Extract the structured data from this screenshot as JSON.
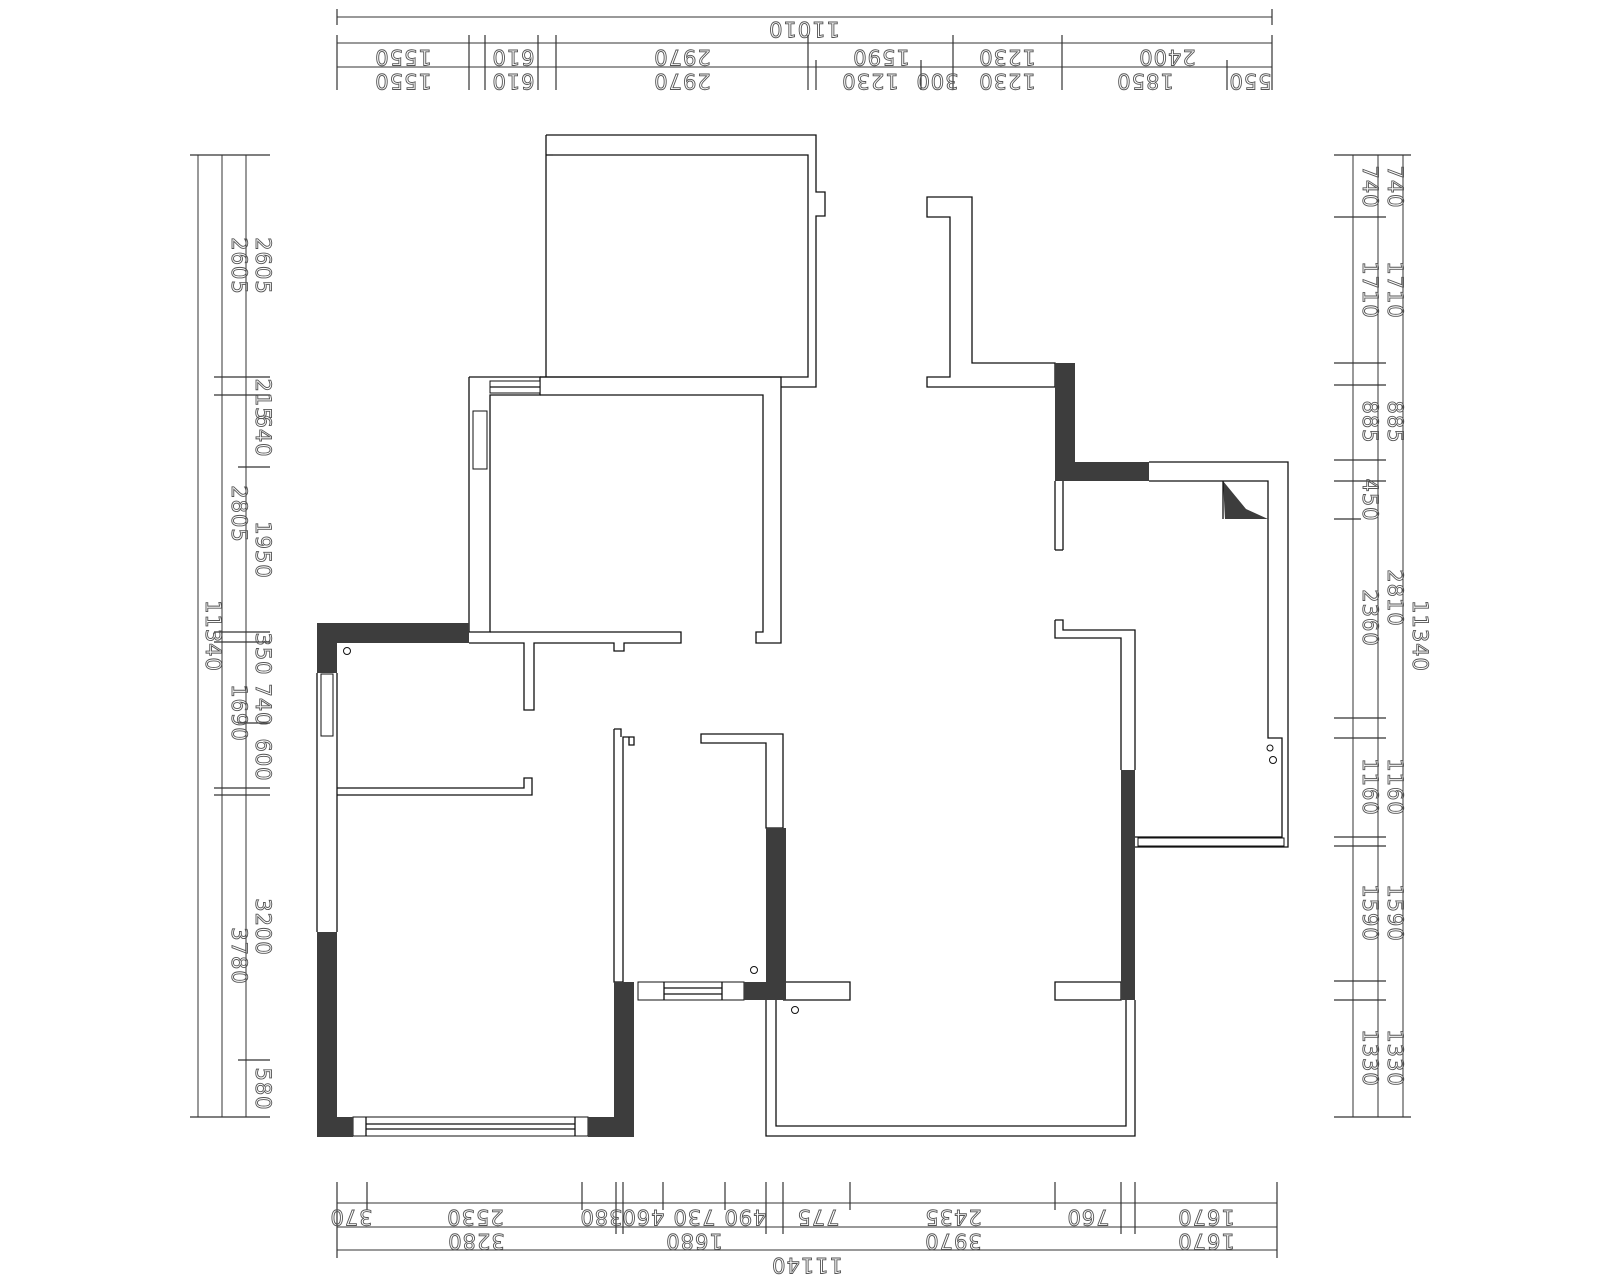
{
  "drawing": {
    "colors": {
      "solid_wall": "#3d3d3d",
      "line": "#111111",
      "dim": "#333333",
      "background": "#ffffff"
    }
  },
  "dimensions": {
    "top_total": "11010",
    "top_row1": [
      "1550",
      "610",
      "2970",
      "1590",
      "1230",
      "2400"
    ],
    "top_row2": [
      "1550",
      "610",
      "2970",
      "1230",
      "300",
      "1230",
      "1850",
      "550"
    ],
    "bottom_row1": [
      "370",
      "2530",
      "380",
      "460",
      "730",
      "490",
      "775",
      "2435",
      "760",
      "1670"
    ],
    "bottom_row2": [
      "3280",
      "1680",
      "3970",
      "1670"
    ],
    "bottom_total": "11140",
    "left_total": "11340",
    "left_outer": [
      "2605",
      "2805",
      "1690",
      "3780"
    ],
    "left_inner": [
      "2605",
      "215",
      "640",
      "1950",
      "350",
      "740",
      "600",
      "3200",
      "580"
    ],
    "right_inner": [
      "740",
      "1710",
      "885",
      "450",
      "2360",
      "1160",
      "1590",
      "1330"
    ],
    "right_outer": [
      "740",
      "1710",
      "885",
      "2810",
      "1160",
      "1590",
      "1330"
    ],
    "right_total": "11340"
  }
}
